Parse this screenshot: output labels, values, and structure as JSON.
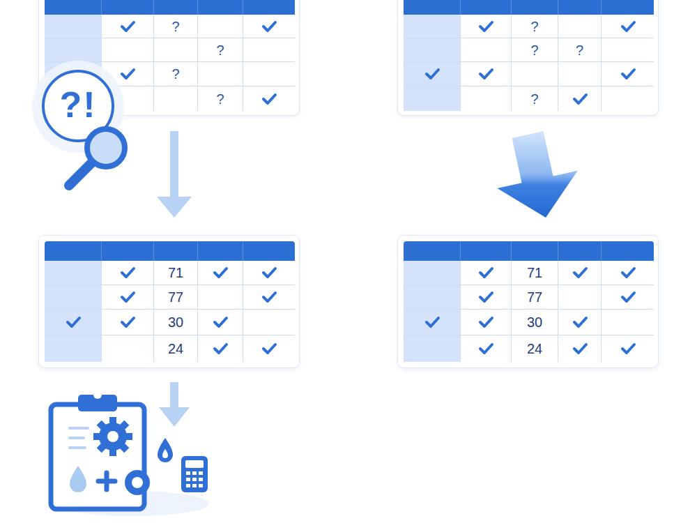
{
  "diagram": {
    "nodes": [
      {
        "text": [
          "?",
          "?",
          "?",
          "?"
        ]
      },
      {
        "text": [
          "?",
          "?",
          "?",
          "?"
        ]
      },
      {
        "text": [
          "71",
          "77",
          "30",
          "24"
        ]
      },
      {
        "text": [
          "71",
          "77",
          "30",
          "24"
        ]
      }
    ],
    "edges": [
      {
        "from": 0,
        "to": 2,
        "arrow": "to"
      },
      {
        "from": 1,
        "to": 3,
        "arrow": "to"
      }
    ],
    "labels": [
      "?!"
    ]
  }
}
